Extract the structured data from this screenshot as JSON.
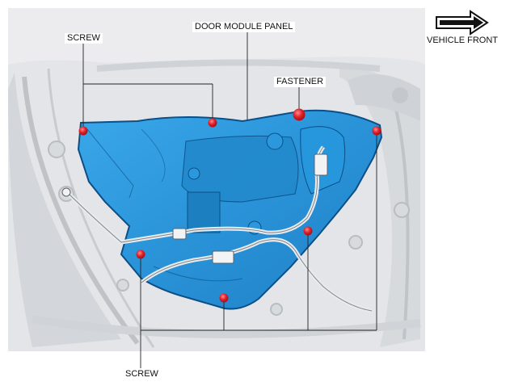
{
  "labels": {
    "screw_top": "SCREW",
    "door_module_panel": "DOOR MODULE PANEL",
    "fastener": "FASTENER",
    "vehicle_front": "VEHICLE FRONT",
    "screw_bottom": "SCREW"
  },
  "colors": {
    "panel_fill": "#2e9ce0",
    "panel_stroke": "#0b4f86",
    "marker": "#e0202a",
    "door_frame": "#dcdfe2",
    "background": "#ececee",
    "leader": "#222222"
  },
  "icons": {
    "direction": "right-arrow-icon"
  }
}
